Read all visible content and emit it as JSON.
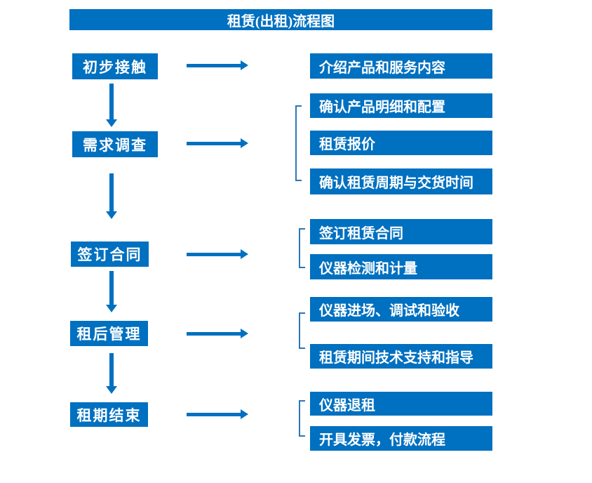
{
  "title": "租赁(出租)流程图",
  "colors": {
    "primary_blue": "#0070C0",
    "bracket_blue": "#2E75B6",
    "text_white": "#FFFFFF"
  },
  "flow": {
    "stages": [
      {
        "label": "初步接触",
        "details": [
          "介绍产品和服务内容"
        ]
      },
      {
        "label": "需求调查",
        "details": [
          "确认产品明细和配置",
          "租赁报价",
          "确认租赁周期与交货时间"
        ]
      },
      {
        "label": "签订合同",
        "details": [
          "签订租赁合同",
          "仪器检测和计量"
        ]
      },
      {
        "label": "租后管理",
        "details": [
          "仪器进场、调试和验收",
          "租赁期间技术支持和指导"
        ]
      },
      {
        "label": "租期结束",
        "details": [
          "仪器退租",
          "开具发票，付款流程"
        ]
      }
    ]
  }
}
